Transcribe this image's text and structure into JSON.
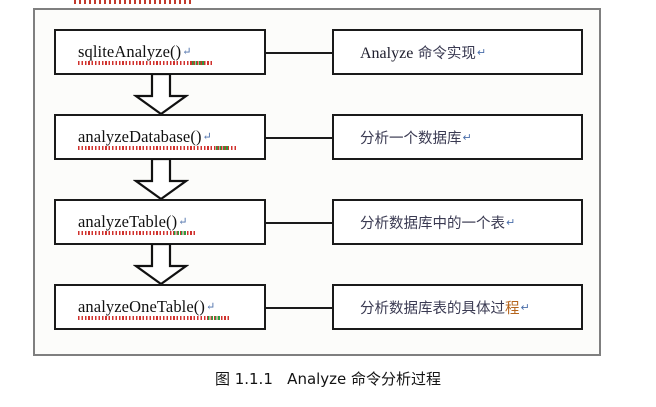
{
  "document": {
    "background_color": "#ffffff",
    "frame_border_color": "#7f7f7f",
    "frame_fill_color": "#fcfcfa",
    "node_border_color": "#1a1a1a",
    "spellcheck_red": "#d0312d",
    "grammar_green": "#2e9b3f",
    "paragraph_mark": "↵"
  },
  "diagram": {
    "type": "flowchart",
    "orientation": "vertical-with-side-annotations",
    "rows": [
      {
        "function": "sqliteAnalyze()",
        "function_has_spellcheck_underline": true,
        "description_en": "Analyze",
        "description_cn": "命令实现"
      },
      {
        "function": "analyzeDatabase()",
        "function_has_spellcheck_underline": true,
        "description_en": "",
        "description_cn": "分析一个数据库"
      },
      {
        "function": "analyzeTable()",
        "function_has_spellcheck_underline": true,
        "description_en": "",
        "description_cn": "分析数据库中的一个表"
      },
      {
        "function": "analyzeOneTable()",
        "function_has_spellcheck_underline": true,
        "description_en": "",
        "description_cn_head": "分析数据库表的具体过",
        "description_cn_tail": "程"
      }
    ],
    "arrows": [
      {
        "from": "sqliteAnalyze()",
        "to": "analyzeDatabase()",
        "style": "hollow-block-down"
      },
      {
        "from": "analyzeDatabase()",
        "to": "analyzeTable()",
        "style": "hollow-block-down"
      },
      {
        "from": "analyzeTable()",
        "to": "analyzeOneTable()",
        "style": "hollow-block-down"
      }
    ]
  },
  "caption": {
    "text": "图 1.1.1   Analyze 命令分析过程"
  }
}
